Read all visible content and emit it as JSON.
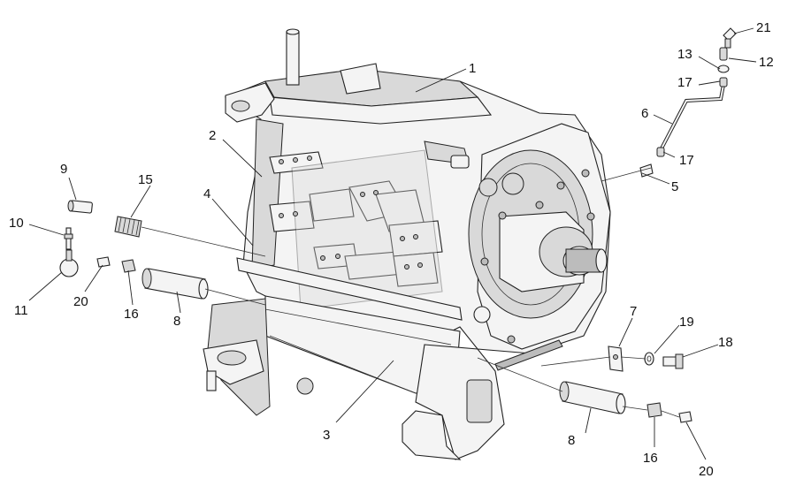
{
  "diagram": {
    "callouts": [
      {
        "id": "c1",
        "label": "1"
      },
      {
        "id": "c2",
        "label": "2"
      },
      {
        "id": "c3",
        "label": "3"
      },
      {
        "id": "c4",
        "label": "4"
      },
      {
        "id": "c5",
        "label": "5"
      },
      {
        "id": "c6",
        "label": "6"
      },
      {
        "id": "c7",
        "label": "7"
      },
      {
        "id": "c8a",
        "label": "8"
      },
      {
        "id": "c8b",
        "label": "8"
      },
      {
        "id": "c9",
        "label": "9"
      },
      {
        "id": "c10",
        "label": "10"
      },
      {
        "id": "c11",
        "label": "11"
      },
      {
        "id": "c12",
        "label": "12"
      },
      {
        "id": "c13",
        "label": "13"
      },
      {
        "id": "c15",
        "label": "15"
      },
      {
        "id": "c16a",
        "label": "16"
      },
      {
        "id": "c16b",
        "label": "16"
      },
      {
        "id": "c17a",
        "label": "17"
      },
      {
        "id": "c17b",
        "label": "17"
      },
      {
        "id": "c18",
        "label": "18"
      },
      {
        "id": "c19",
        "label": "19"
      },
      {
        "id": "c20a",
        "label": "20"
      },
      {
        "id": "c20b",
        "label": "20"
      },
      {
        "id": "c21",
        "label": "21"
      }
    ]
  }
}
